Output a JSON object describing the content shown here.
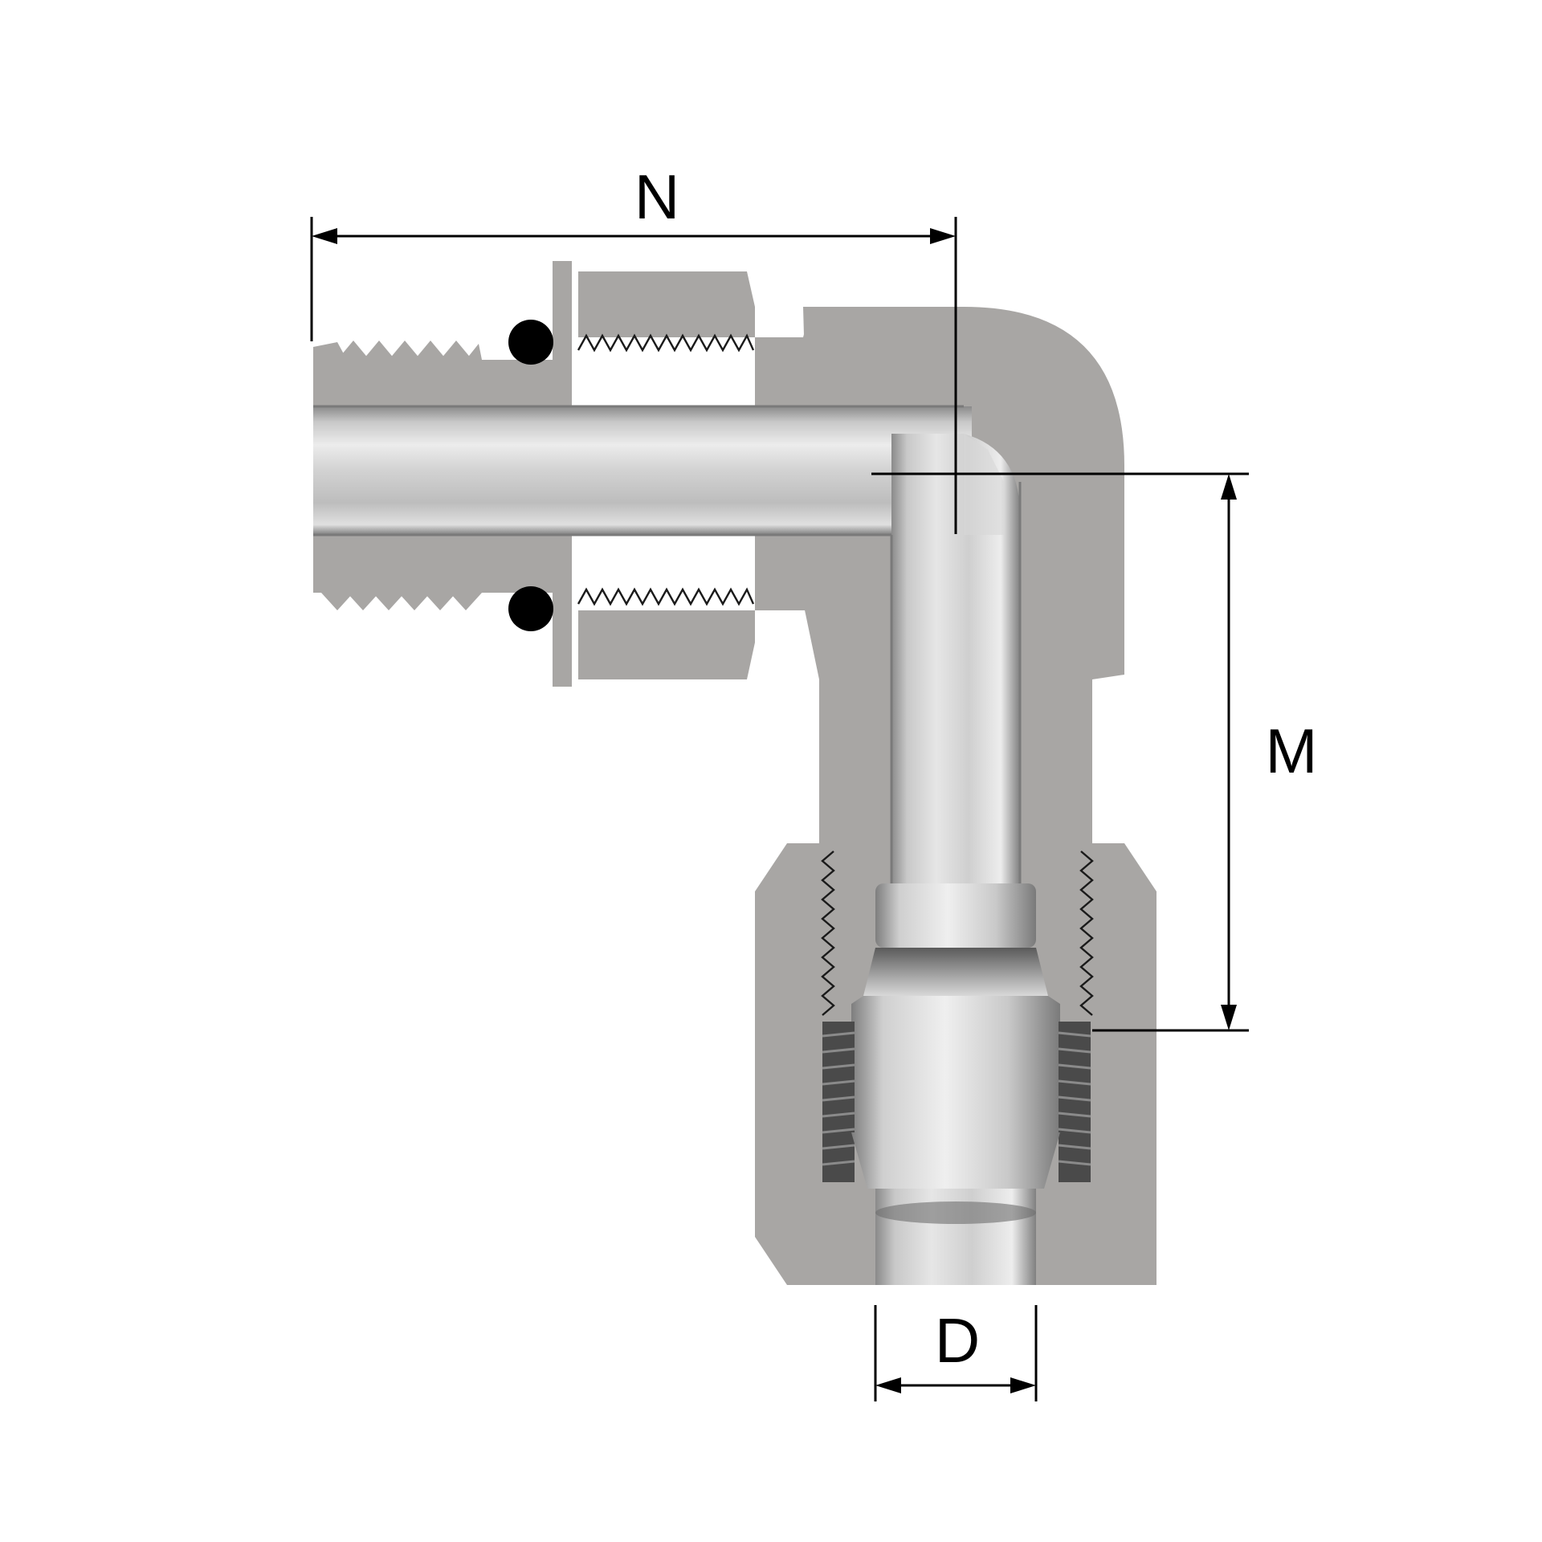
{
  "dimensions": {
    "N": "N",
    "M": "M",
    "D": "D"
  },
  "colors": {
    "body": "#a8a6a4",
    "tube_light": "#e2e2e2",
    "tube_mid": "#c4c4c4",
    "tube_dark": "#8f8f8f",
    "oring": "#000000",
    "dimension_line": "#000000",
    "background": "#ffffff"
  }
}
